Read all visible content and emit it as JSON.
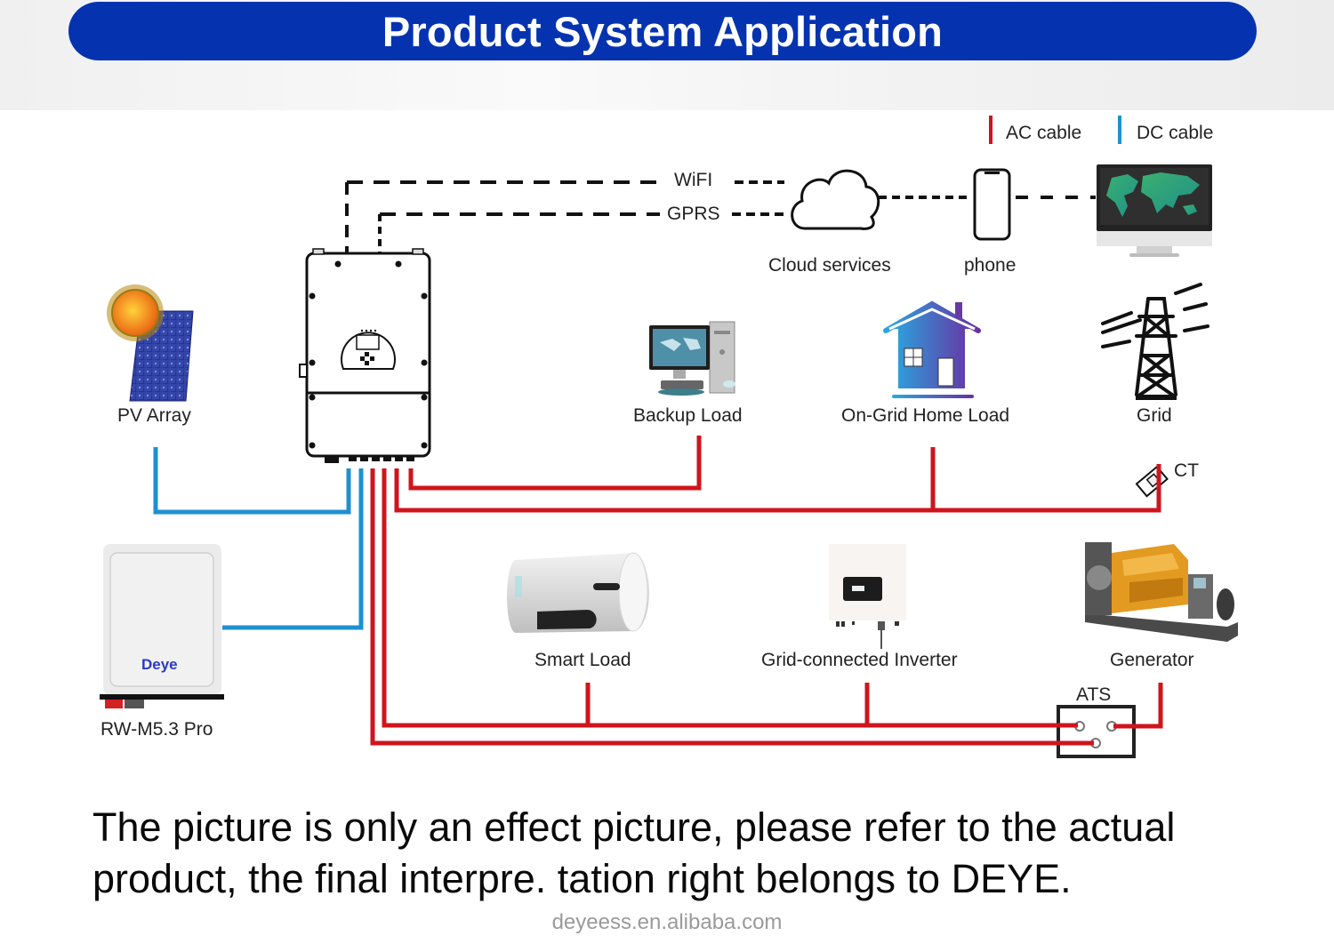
{
  "header": {
    "title": "Product System Application",
    "banner_color": "#0533b0"
  },
  "legend": {
    "items": [
      {
        "label": "AC cable",
        "color": "#d0141c"
      },
      {
        "label": "DC cable",
        "color": "#1e90d0"
      }
    ]
  },
  "communication": {
    "wifi_label": "WiFI",
    "gprs_label": "GPRS",
    "cloud_label": "Cloud services",
    "phone_label": "phone",
    "monitor_icon": "world-map-monitor-icon"
  },
  "components": {
    "pv_array": {
      "label": "PV Array",
      "icon": "solar-panel-icon"
    },
    "hybrid_inverter": {
      "icon": "hybrid-inverter-icon"
    },
    "backup_load": {
      "label": "Backup Load",
      "icon": "desktop-computer-icon"
    },
    "home_load": {
      "label": "On-Grid Home Load",
      "icon": "house-icon"
    },
    "grid": {
      "label": "Grid",
      "icon": "power-tower-icon"
    },
    "ct": {
      "label": "CT",
      "icon": "current-transformer-icon"
    },
    "battery": {
      "label": "RW-M5.3 Pro",
      "brand": "Deye",
      "icon": "battery-icon"
    },
    "smart_load": {
      "label": "Smart Load",
      "icon": "water-heater-icon"
    },
    "grid_inverter": {
      "label": "Grid-connected Inverter",
      "icon": "string-inverter-icon"
    },
    "generator": {
      "label": "Generator",
      "icon": "generator-icon"
    },
    "ats": {
      "label": "ATS",
      "icon": "ats-switch-icon"
    }
  },
  "footer": {
    "disclaimer": "The picture is only an effect picture, please refer to the actual product, the final interpre. tation right belongs to DEYE.",
    "watermark": "deyeess.en.alibaba.com"
  }
}
